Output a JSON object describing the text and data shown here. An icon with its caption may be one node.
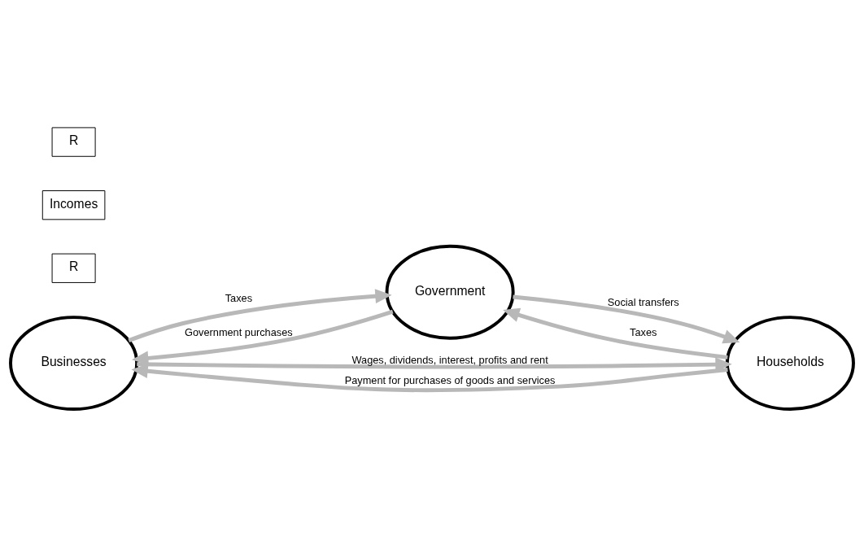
{
  "diagram": {
    "nodes": [
      {
        "text": [
          "Businesses"
        ]
      },
      {
        "text": [
          "Government"
        ]
      },
      {
        "text": [
          "Households"
        ]
      }
    ],
    "edges": [
      {
        "from": 0,
        "to": 1,
        "arrow": "to",
        "label": "Taxes"
      },
      {
        "from": 1,
        "to": 2,
        "arrow": "to",
        "label": "Social transfers"
      },
      {
        "from": 0,
        "to": 2,
        "arrow": "to",
        "label": "Wages, dividends, interest, profits and rent"
      },
      {
        "from": 2,
        "to": 1,
        "arrow": "to",
        "label": "Taxes"
      },
      {
        "from": 1,
        "to": 0,
        "arrow": "to",
        "label": "Government purchases"
      },
      {
        "from": 2,
        "to": 0,
        "arrow": "to",
        "label": "Payment for purchases of goods and services"
      }
    ],
    "labels": [
      "R",
      "Incomes",
      "R"
    ]
  }
}
